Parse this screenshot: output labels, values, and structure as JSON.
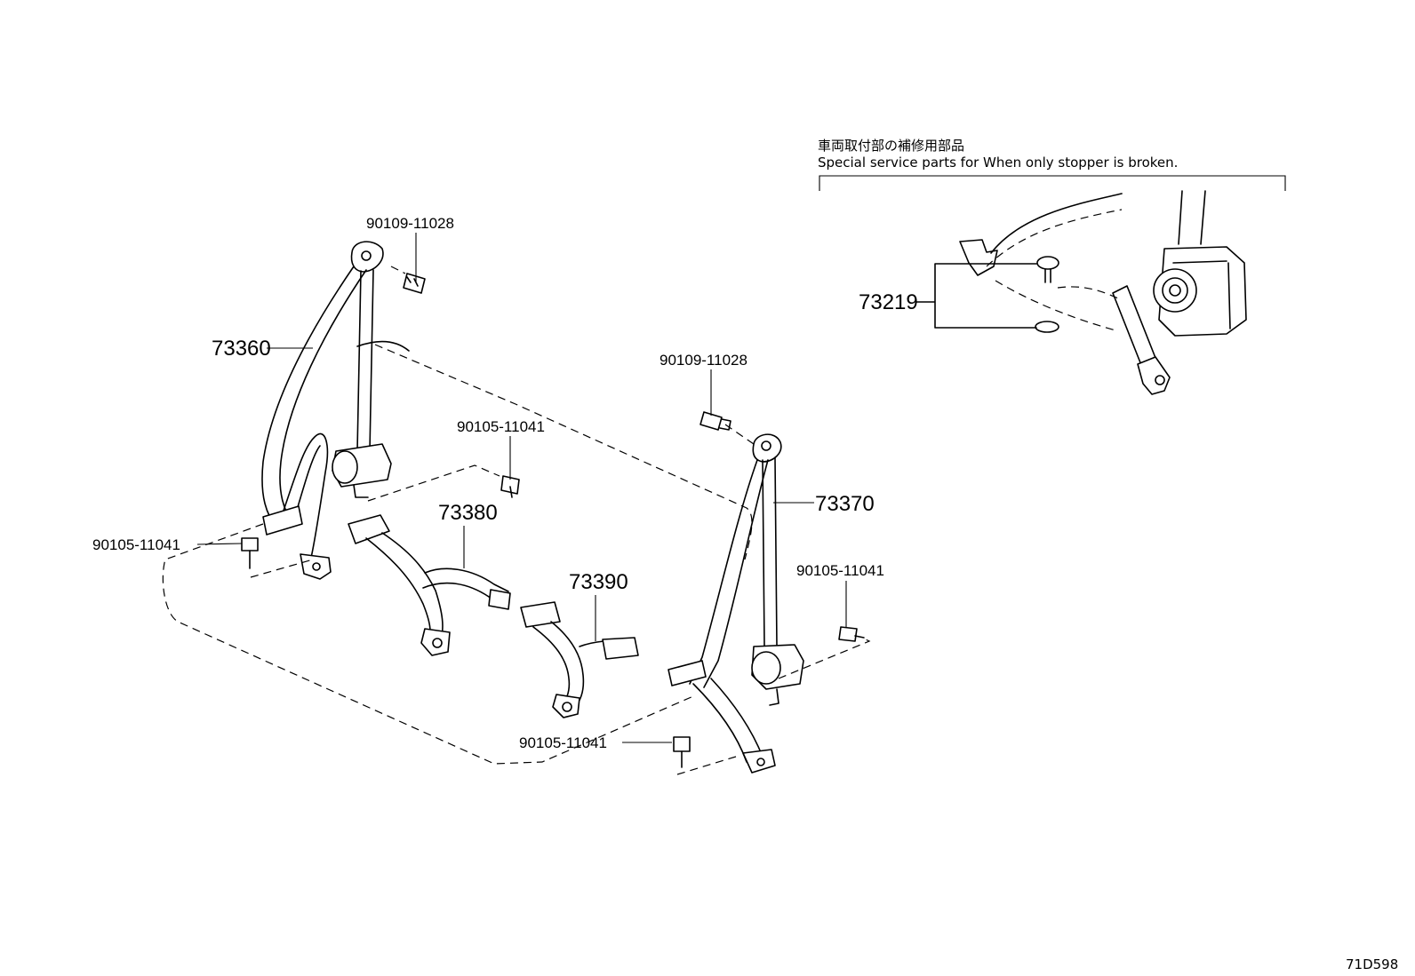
{
  "header": {
    "note_jp": "車両取付部の補修用部品",
    "note_en": "Special service parts for When only stopper is broken."
  },
  "callouts": {
    "c73360": "73360",
    "c73370": "73370",
    "c73380": "73380",
    "c73390": "73390",
    "c73219": "73219",
    "bolt_top_left": "90109-11028",
    "bolt_top_right": "90109-11028",
    "bolt_mid": "90105-11041",
    "bolt_left": "90105-11041",
    "bolt_right": "90105-11041",
    "bolt_bottom": "90105-11041"
  },
  "footer": {
    "figure_code": "71D598"
  }
}
